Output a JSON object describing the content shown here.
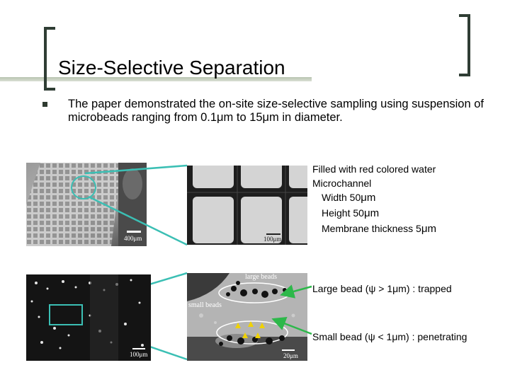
{
  "slide": {
    "title": "Size-Selective Separation",
    "bullet_text": "The paper demonstrated the on-site size-selective sampling using suspension of microbeads ranging from 0.1μm to 15μm in diameter."
  },
  "top_figure": {
    "left_scale_label": "400μm",
    "right_scale_label": "100μm",
    "notes": {
      "filled": "Filled with red colored water",
      "microchannel": "Microchannel",
      "width_prefix": "Width 50",
      "height_prefix": "Height 50",
      "membrane_prefix": "Membrane thickness 5",
      "unit": "μm"
    }
  },
  "bottom_figure": {
    "left_scale_label": "100μm",
    "right_scale_label": "20μm",
    "large_beads_label": "large beads",
    "small_beads_label": "small beads",
    "large_bead_note": "Large bead (ψ > 1μm) : trapped",
    "small_bead_note": "Small bead (ψ < 1μm) : penetrating"
  },
  "colors": {
    "connector": "#3bbfb4",
    "arrow": "#2db84a",
    "bracket": "#2f3d34"
  }
}
